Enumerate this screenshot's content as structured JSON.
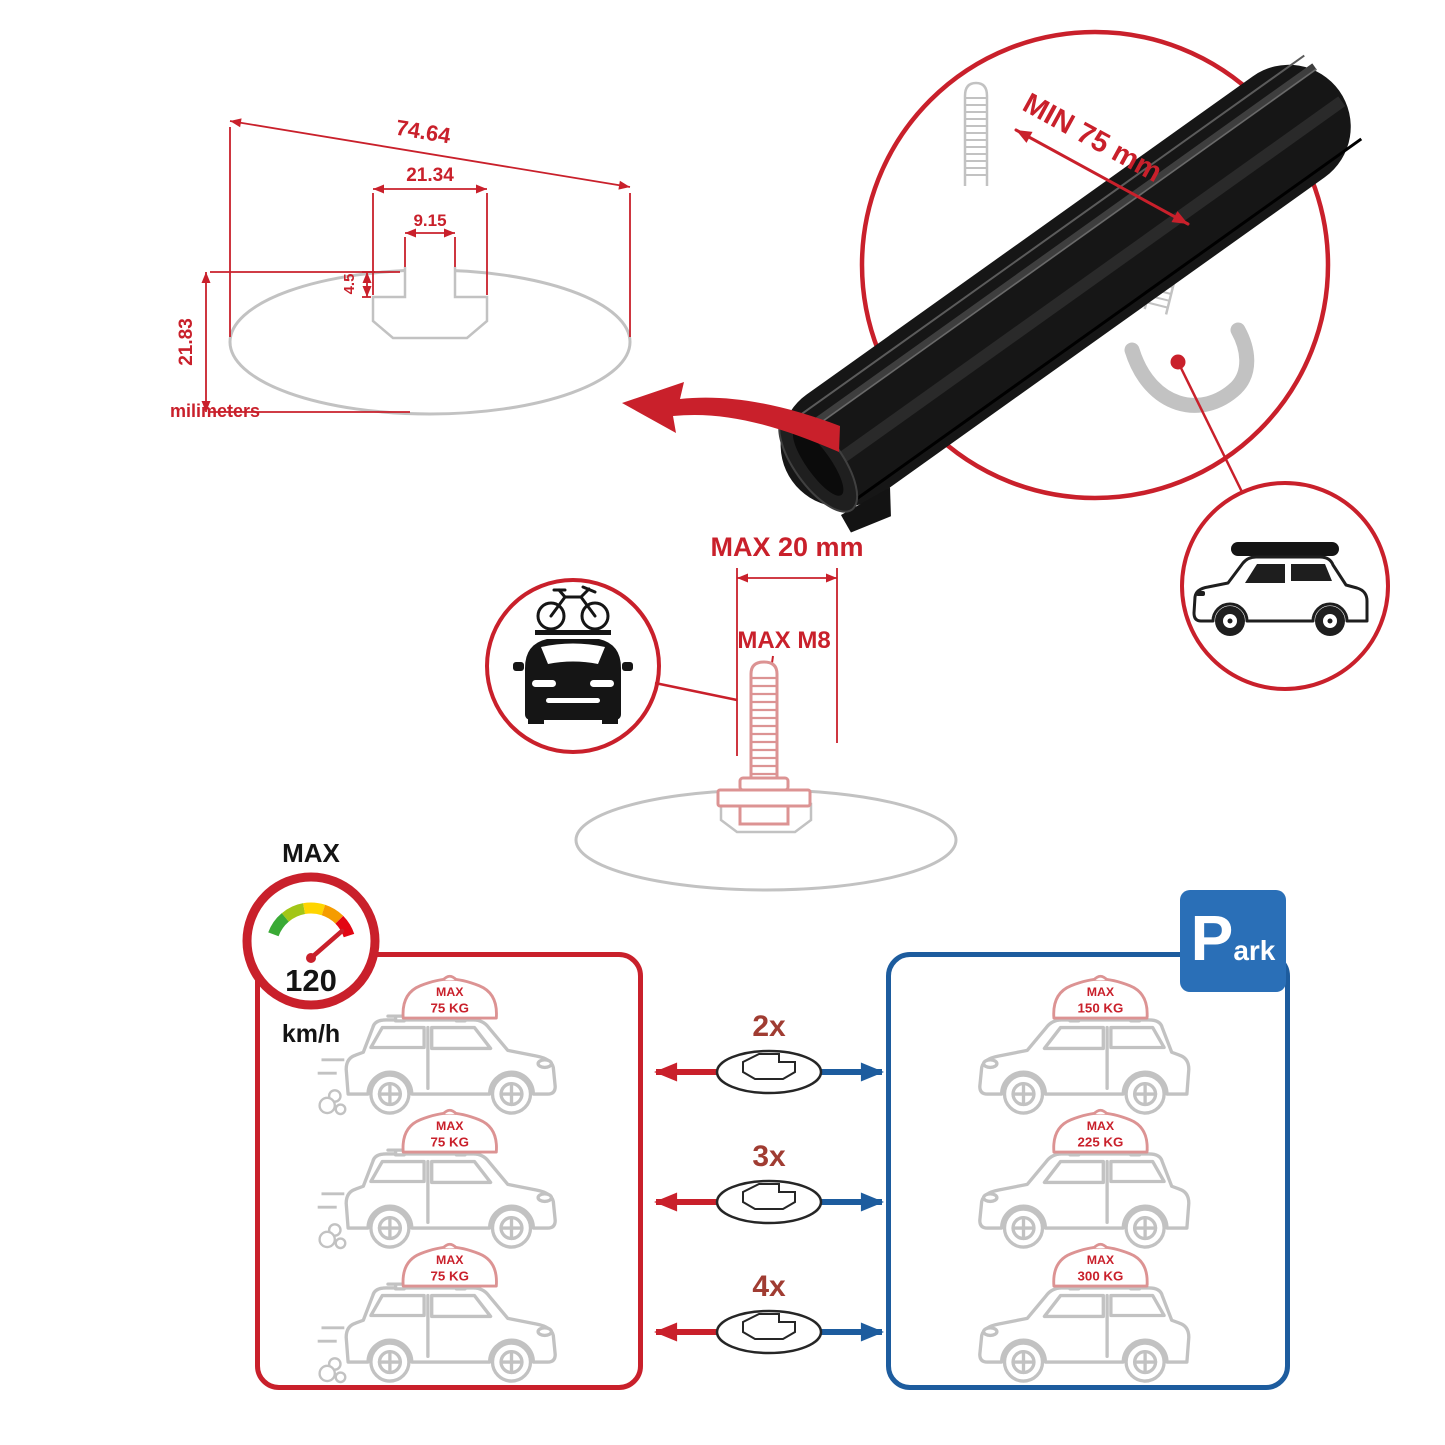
{
  "colors": {
    "red": "#c9202b",
    "red2": "#a03c32",
    "blue": "#1d5c9e",
    "blue2": "#2a6fb7",
    "gray": "#c2c2c2",
    "pink": "#dc9393",
    "ink": "#141414"
  },
  "dimensions": {
    "total_width": "74.64",
    "channel_width": "21.34",
    "slot_width": "9.15",
    "lip_depth": "4.5",
    "total_height": "21.83",
    "unit": "milimeters"
  },
  "bar_detail": {
    "min_clearance": "MIN 75 mm"
  },
  "bolt": {
    "max_length": "MAX 20 mm",
    "max_thread": "MAX M8"
  },
  "speed": {
    "label": "MAX",
    "value": "120",
    "unit": "km/h"
  },
  "driving_cars": [
    {
      "max": "MAX",
      "kg": "75 KG"
    },
    {
      "max": "MAX",
      "kg": "75 KG"
    },
    {
      "max": "MAX",
      "kg": "75 KG"
    }
  ],
  "multipliers": [
    "2x",
    "3x",
    "4x"
  ],
  "parked_cars": [
    {
      "max": "MAX",
      "kg": "150 KG"
    },
    {
      "max": "MAX",
      "kg": "225 KG"
    },
    {
      "max": "MAX",
      "kg": "300 KG"
    }
  ],
  "park_sign": {
    "big": "P",
    "small": "ark"
  }
}
